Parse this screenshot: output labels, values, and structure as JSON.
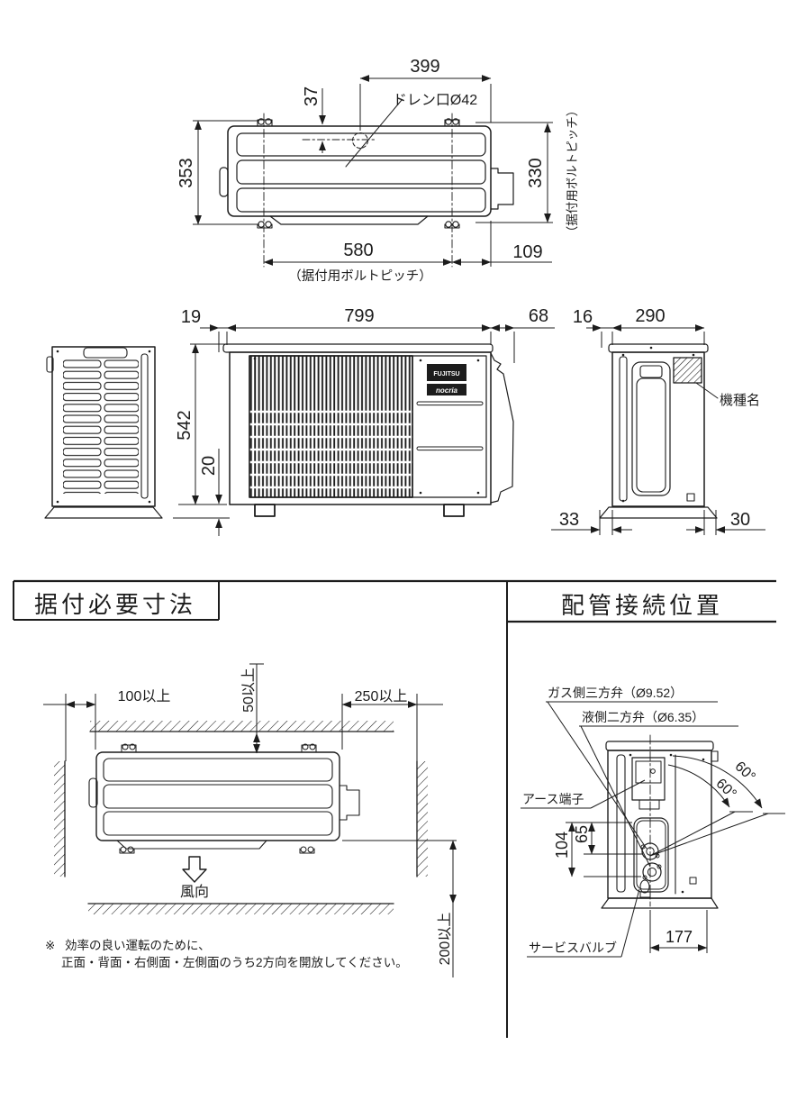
{
  "colors": {
    "ink": "#1c1c1c",
    "paper": "#ffffff"
  },
  "top_view": {
    "dim_399": "399",
    "dim_37": "37",
    "drain_label": "ドレン口Ø42",
    "dim_353": "353",
    "dim_330": "330",
    "bolt_pitch_side": "（据付用ボルトピッチ）",
    "dim_580": "580",
    "bolt_pitch_bottom": "（据付用ボルトピッチ）",
    "dim_109": "109"
  },
  "front_view": {
    "dim_19": "19",
    "dim_799": "799",
    "dim_68": "68",
    "dim_542": "542",
    "dim_20": "20",
    "logo_fujitsu": "FUJITSU",
    "logo_nocria": "nocria"
  },
  "right_view": {
    "dim_16": "16",
    "dim_290": "290",
    "model_label": "機種名",
    "dim_33": "33",
    "dim_30": "30"
  },
  "install": {
    "title": "据付必要寸法",
    "clearance_left": "100以上",
    "clearance_top": "50以上",
    "clearance_right": "250以上",
    "clearance_front": "200以上",
    "wind_label": "風向",
    "note_mark": "※",
    "note_line1": "効率の良い運転のために、",
    "note_line2": "正面・背面・右側面・左側面のうち2方向を開放してください。"
  },
  "piping": {
    "title": "配管接続位置",
    "gas_valve_label": "ガス側三方弁（Ø9.52）",
    "liquid_valve_label": "液側二方弁（Ø6.35）",
    "earth_terminal_label": "アース端子",
    "dim_104": "104",
    "dim_65": "65",
    "angle_outer": "60°",
    "angle_inner": "60°",
    "dim_177": "177",
    "service_valve_label": "サービスバルブ"
  }
}
